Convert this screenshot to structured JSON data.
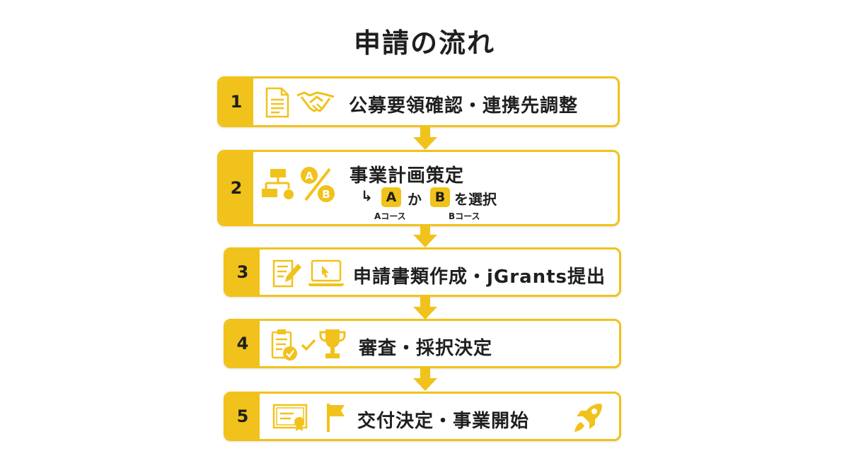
{
  "title": "申請の流れ",
  "steps": [
    {
      "number": "1",
      "label": "公募要領確認・連携先調整",
      "icons": [
        "document-icon",
        "handshake-icon"
      ]
    },
    {
      "number": "2",
      "label": "事業計画策定",
      "icons": [
        "flowchart-icon",
        "a-b-choice-icon"
      ],
      "sub": {
        "arrow": "↳",
        "option_a": "A",
        "joiner": "か",
        "option_b": "B",
        "suffix": "を選択",
        "caption_a": "Aコース",
        "caption_b": "Bコース"
      }
    },
    {
      "number": "3",
      "label": "申請書類作成・jGrants提出",
      "icons": [
        "edit-document-icon",
        "laptop-icon"
      ]
    },
    {
      "number": "4",
      "label": "審査・採択決定",
      "icons": [
        "clipboard-check-icon",
        "checkmark-icon",
        "trophy-icon"
      ]
    },
    {
      "number": "5",
      "label": "交付決定・事業開始",
      "icons": [
        "certificate-icon",
        "flag-icon",
        "rocket-icon"
      ]
    }
  ],
  "colors": {
    "accent": "#f1c21b",
    "text": "#1f1f1f",
    "background": "#ffffff"
  }
}
